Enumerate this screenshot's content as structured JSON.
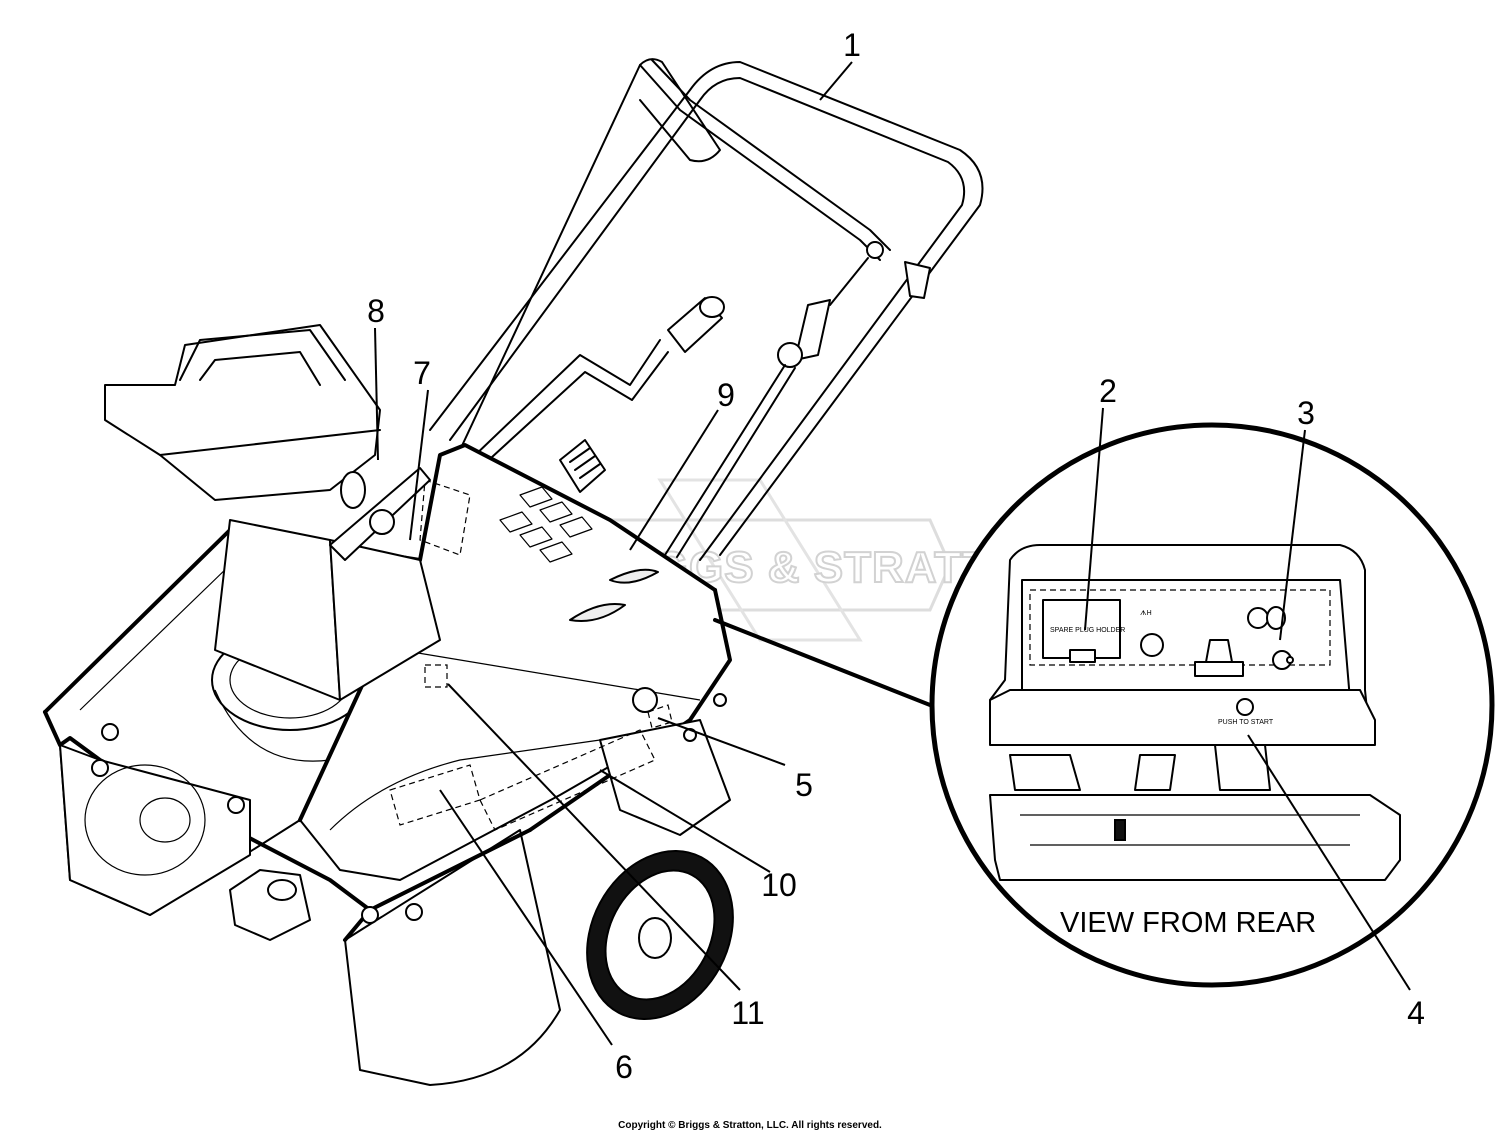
{
  "callouts": [
    {
      "label": "1"
    },
    {
      "label": "2"
    },
    {
      "label": "3"
    },
    {
      "label": "4"
    },
    {
      "label": "5"
    },
    {
      "label": "6"
    },
    {
      "label": "7"
    },
    {
      "label": "8"
    },
    {
      "label": "9"
    },
    {
      "label": "10"
    },
    {
      "label": "11"
    }
  ],
  "inset": {
    "caption": "VIEW FROM REAR",
    "decal_text": "SPARE PLUG HOLDER",
    "push_to_start": "PUSH TO START"
  },
  "watermark": "BRIGGS & STRATTON",
  "copyright": "Copyright © Briggs & Stratton, LLC. All rights reserved."
}
